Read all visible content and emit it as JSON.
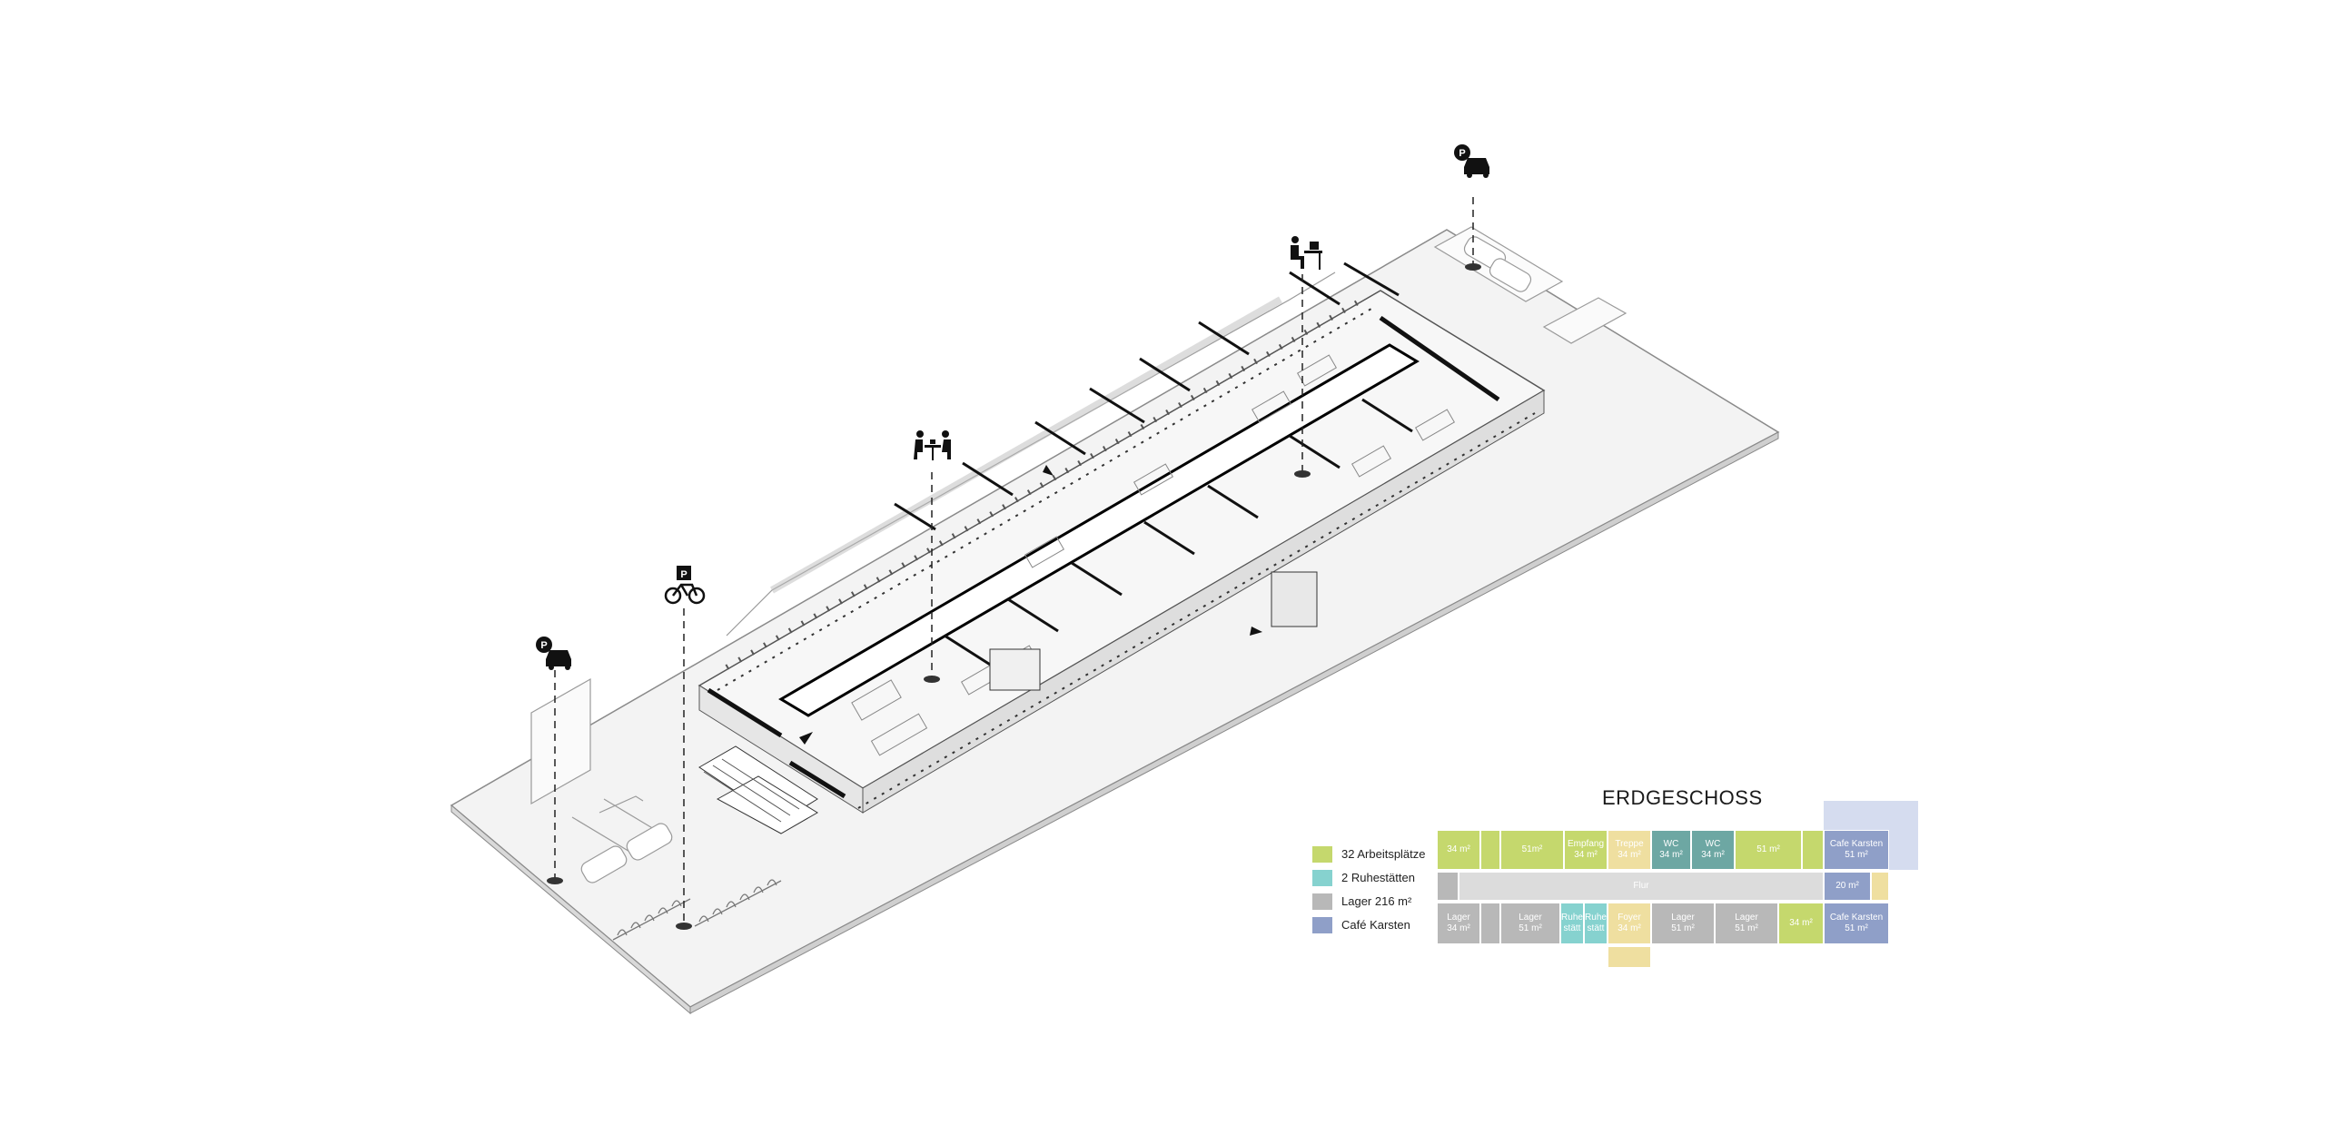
{
  "floorplan": {
    "title": "ERDGESCHOSS",
    "legend": [
      {
        "label": "32 Arbeitsplätze",
        "color": "#c5d86d"
      },
      {
        "label": "2 Ruhestätten",
        "color": "#86d2cf"
      },
      {
        "label": "Lager 216 m²",
        "color": "#b8b8b8"
      },
      {
        "label": "Café Karsten",
        "color": "#8f9fc8"
      }
    ],
    "rooms": {
      "top_1": [
        "34 m²"
      ],
      "top_3": [
        "51m²"
      ],
      "empfang": [
        "Empfang",
        "34 m²"
      ],
      "treppe": [
        "Treppe",
        "34 m²"
      ],
      "wc1": [
        "WC",
        "34 m²"
      ],
      "wc2": [
        "WC",
        "34 m²"
      ],
      "top_7": [
        "51 m²"
      ],
      "cafe_top": [
        "Cafe Karsten",
        "51 m²"
      ],
      "flur": [
        "Flur"
      ],
      "mid_right": [
        "20 m²"
      ],
      "lager1": [
        "Lager",
        "34 m²"
      ],
      "lager2": [
        "Lager",
        "51 m²"
      ],
      "ruhe1": [
        "Ruhe",
        "stätt"
      ],
      "ruhe2": [
        "Ruhe",
        "stätt"
      ],
      "foyer": [
        "Foyer",
        "34 m²"
      ],
      "lager3": [
        "Lager",
        "51 m²"
      ],
      "lager4": [
        "Lager",
        "51 m²"
      ],
      "bot_green": [
        "34 m²"
      ],
      "cafe_bot": [
        "Cafe Karsten",
        "51 m²"
      ]
    },
    "icons": [
      "parking-car-icon",
      "parking-bicycle-icon",
      "cafe-table-icon",
      "workspace-desk-icon",
      "parking-car-icon"
    ]
  }
}
